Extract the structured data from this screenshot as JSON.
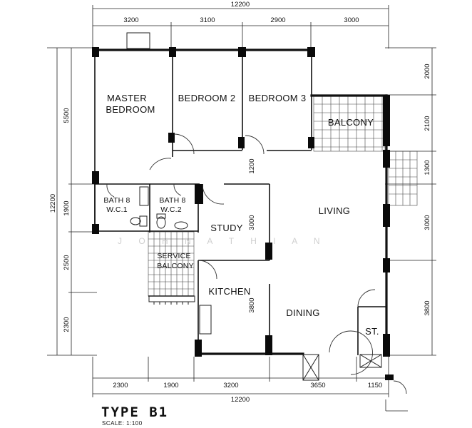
{
  "rooms": {
    "master_bedroom_1": "MASTER",
    "master_bedroom_2": "BEDROOM",
    "bedroom2": "BEDROOM 2",
    "bedroom3": "BEDROOM 3",
    "balcony": "BALCONY",
    "bath1_1": "BATH 8",
    "bath1_2": "W.C.1",
    "bath2_1": "BATH 8",
    "bath2_2": "W.C.2",
    "study": "STUDY",
    "living": "LIVING",
    "service_balcony_1": "SERVICE",
    "service_balcony_2": "BALCONY",
    "kitchen": "KITCHEN",
    "dining": "DINING",
    "store": "ST."
  },
  "dimensions": {
    "top_total": "12200",
    "top": [
      "3200",
      "3100",
      "2900",
      "3000"
    ],
    "bottom_total": "12200",
    "bottom": [
      "2300",
      "1900",
      "3200"
    ],
    "bottom_extra": [
      "3650",
      "1150"
    ],
    "left_total": "12200",
    "left": [
      "5500",
      "1900",
      "2500",
      "2300"
    ],
    "right": [
      "2000",
      "2100",
      "1300",
      "3000",
      "3800"
    ],
    "interior_study_top": "1200",
    "interior_study": "3000",
    "interior_kitchen": "3800"
  },
  "watermark": "J O H N A T H I A N",
  "title": "TYPE B1",
  "scale": "SCALE: 1:100"
}
